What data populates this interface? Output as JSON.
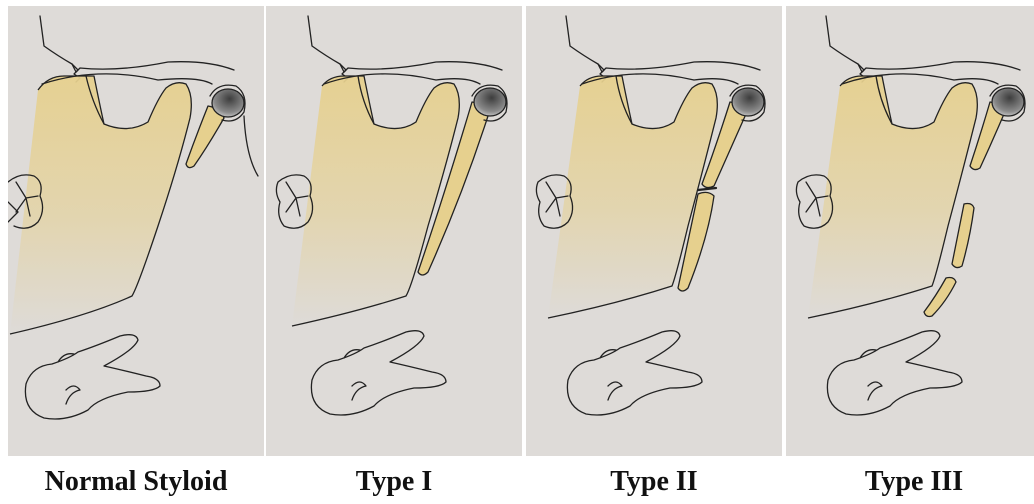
{
  "figure": {
    "panels": [
      {
        "id": "normal",
        "caption": "Normal Styloid",
        "variant": "normal"
      },
      {
        "id": "type1",
        "caption": "Type I",
        "variant": "elongated"
      },
      {
        "id": "type2",
        "caption": "Type II",
        "variant": "pseudo-articulated"
      },
      {
        "id": "type3",
        "caption": "Type III",
        "variant": "segmented"
      }
    ],
    "colors": {
      "panel_background": "#dedbd8",
      "bone_fill": "#e6d08e",
      "line": "#222222",
      "condyle_dark": "#4a4a4a"
    }
  }
}
